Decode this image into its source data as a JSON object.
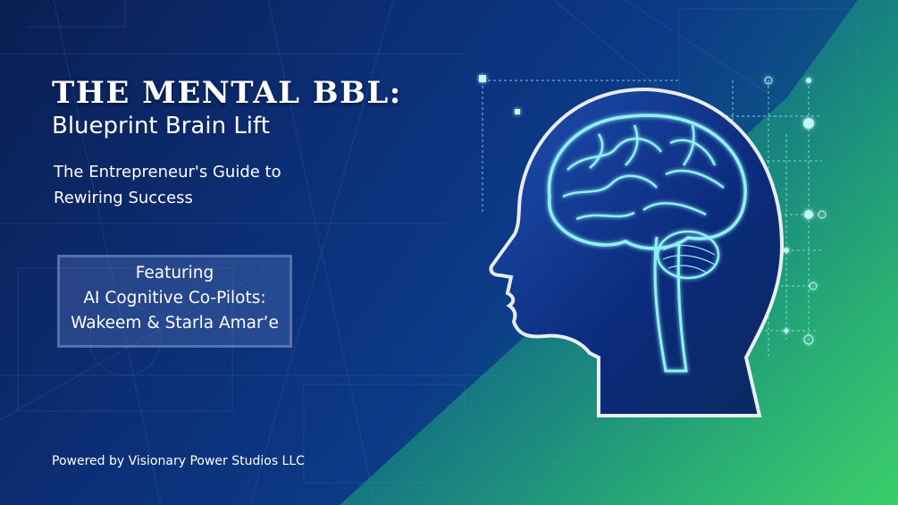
{
  "title": "THE MENTAL BBL:",
  "subtitle": "Blueprint Brain Lift",
  "tagline": {
    "line1": "The Entrepreneur's Guide to",
    "line2": "Rewiring Success"
  },
  "featuring": {
    "line1": "Featuring",
    "line2": "AI Cognitive Co-Pilots:",
    "line3": "Wakeem & Starla Amar’e"
  },
  "footer": "Powered by Visionary Power Studios LLC",
  "colors": {
    "background_dark": "#0a1f52",
    "background_mid": "#0c3a86",
    "accent_green": "#2bb36a",
    "brain_glow": "#7fe6f0",
    "text": "#ffffff"
  },
  "illustration": {
    "subject": "head-profile-brain-blueprint"
  }
}
